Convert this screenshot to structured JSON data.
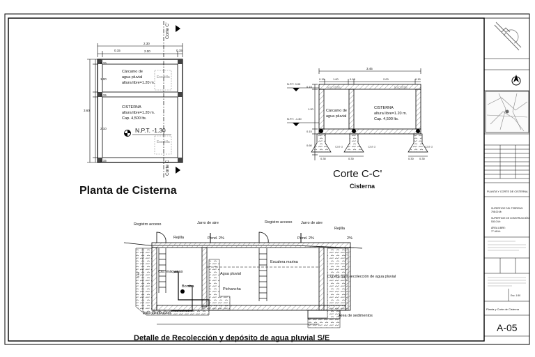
{
  "plan": {
    "title": "Planta de Cisterna",
    "dims": {
      "top_total": "2.30",
      "top_left": "0.15",
      "top_mid": "2.00",
      "top_right": "0.15",
      "left_total": "3.60",
      "left_a": "0.15",
      "left_b": "1.00",
      "left_c": "0.15",
      "left_d": "2.10",
      "left_e": "0.15"
    },
    "carcamo_lines": [
      "Cárcamo de",
      "agua pluvial",
      "altura libre=1.20 m."
    ],
    "cisterna_lines": [
      "CISTERNA",
      "altura libre=1.20 m.",
      "Cap. 4,500 lts."
    ],
    "escotilla": "Escotilla",
    "npt": "N.P.T. -1.30",
    "cut_label": "Corte C'",
    "cut_label_bottom": "Corte C"
  },
  "section": {
    "title": "Corte C-C'",
    "subtitle": "Cisterna",
    "top_dim": "3.45",
    "sub_dims": [
      "0.15",
      "1.00",
      "0.15",
      "2.00",
      "0.15"
    ],
    "escotilla": "Escotilla",
    "npt_top": "N.P.T. 0.00",
    "npt_bottom": "N.P.T. -1.30",
    "carcamo_lines": [
      "Cárcamo de",
      "agua pluvial"
    ],
    "cisterna_lines": [
      "CISTERNA",
      "altura libre=1.20 m.",
      "Cap. 4,500 lts."
    ],
    "zapata": "CM-3",
    "left_dims": [
      "0.15",
      "1.20",
      "0.15",
      "0.60"
    ],
    "bottom_dims": [
      "0.30",
      "0.30",
      "0.30",
      "0.30"
    ]
  },
  "detail": {
    "title": "Detalle de Recolección y depósito de agua pluvial    S/E",
    "labels": {
      "registro1": "Registro acceso",
      "jarro1": "Jarro de aire",
      "registro2": "Registro acceso",
      "jarro2": "Jarro de aire",
      "rejilla1": "Rejilla",
      "rejilla2": "Rejilla",
      "pend1": "Pend. 2%",
      "pend2": "Pend. 2%",
      "pend3": "2%",
      "cto_maquinas": "Cto. máquinas",
      "agua_pluvial": "Agua pluvial",
      "escalera": "Escalera marina",
      "cuneta": "Cuneta para recolección de agua pluvial",
      "bomba": "Bomba",
      "pichancha": "Pichancha",
      "para_distribucion": "para distribución",
      "area_sed": "Área de sedimentos",
      "dim_left": "2.40"
    }
  },
  "title_block": {
    "sheet_desc": "PLANTA Y CORTE DE CISTERNA",
    "superficie_terreno": "SUPERFICIE DEL TERRENO:",
    "superficie_terreno_val": "798.00 M²",
    "superficie_construida": "SUPERFICIE DE CONSTRUCCIÓN:",
    "superficie_construida_val": "530.0 M²",
    "area_libre": "ÁREA LIBRE:",
    "area_libre_val": "77.46 M²",
    "plano_label": "Planta y Corte de Cisterna",
    "escala": "Esc. 1:50",
    "sheet_number": "A-05"
  }
}
